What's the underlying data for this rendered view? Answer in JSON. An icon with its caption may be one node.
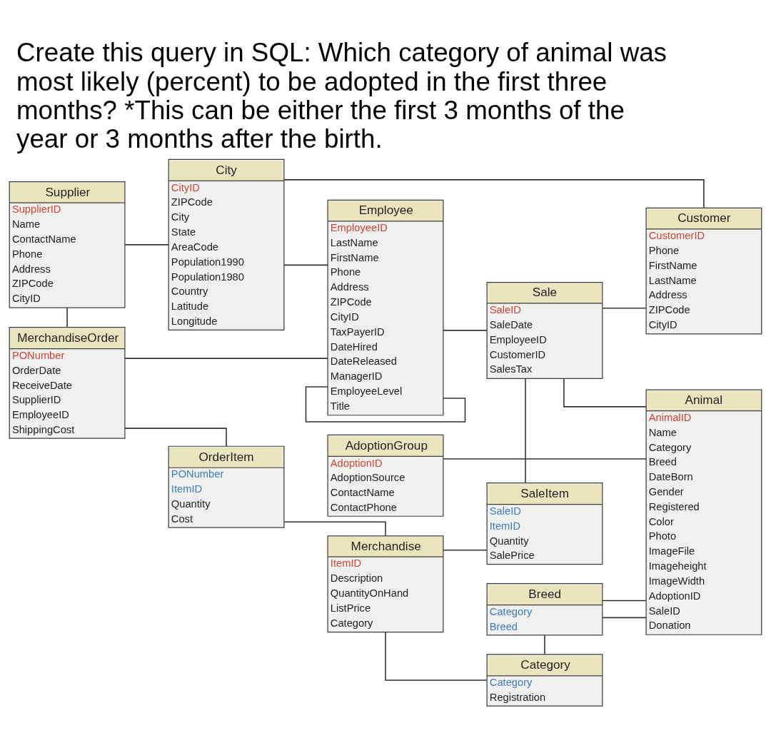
{
  "diagram": {
    "title": "Create this query in SQL: Which category of animal was most likely (percent) to be adopted in the first three months? *This can be either the first 3 months of the year or 3 months after the birth.",
    "nodes": [
      {
        "text": [
          "AdoptionGroup",
          "AdoptionID",
          "AdoptionSource",
          "ContactName",
          "ContactPhone"
        ]
      },
      {
        "text": [
          "Animal",
          "AnimalID",
          "Name",
          "Category",
          "Breed",
          "DateBorn",
          "Gender",
          "Registered",
          "Color",
          "Photo",
          "ImageFile",
          "Imageheight",
          "ImageWidth",
          "AdoptionID",
          "SaleID",
          "Donation"
        ]
      },
      {
        "text": [
          "Breed",
          "Category",
          "Breed"
        ]
      },
      {
        "text": [
          "Employee",
          "EmployeeID",
          "LastName",
          "FirstName",
          "Phone",
          "Address",
          "ZIPCode",
          "CityID",
          "TaxPayerID",
          "DateHired",
          "DateReleased",
          "ManagerID",
          "EmployeeLevel",
          "Title"
        ]
      },
      {
        "text": [
          "City",
          "CityID",
          "ZIPCode",
          "City",
          "State",
          "AreaCode",
          "Population1990",
          "Population1980",
          "Country",
          "Latitude",
          "Longitude"
        ]
      },
      {
        "text": [
          "Category",
          "Category",
          "Registration"
        ]
      },
      {
        "text": [
          "Supplier",
          "SupplierID",
          "Name",
          "ContactName",
          "Phone",
          "Address",
          "ZIPCode",
          "CityID"
        ]
      },
      {
        "text": [
          "Sale",
          "SaleID",
          "SaleDate",
          "EmployeeID",
          "CustomerID",
          "SalesTax"
        ]
      },
      {
        "text": [
          "Customer",
          "CustomerID",
          "Phone",
          "FirstName",
          "LastName",
          "Address",
          "ZIPCode",
          "CityID"
        ]
      },
      {
        "text": [
          "MerchandiseOrder",
          "PONumber",
          "OrderDate",
          "ReceiveDate",
          "SupplierID",
          "EmployeeID",
          "ShippingCost"
        ]
      },
      {
        "text": [
          "OrderItem",
          "PONumber",
          "ItemID",
          "Quantity",
          "Cost"
        ]
      },
      {
        "text": [
          "Merchandise",
          "ItemID",
          "Description",
          "QuantityOnHand",
          "ListPrice",
          "Category"
        ]
      },
      {
        "text": [
          "SaleItem",
          "SaleID",
          "ItemID",
          "Quantity",
          "SalePrice"
        ]
      }
    ],
    "edges": [
      {
        "from": 0,
        "to": 1,
        "arrow": "none"
      },
      {
        "from": 2,
        "to": 1,
        "arrow": "none"
      },
      {
        "from": 2,
        "to": 1,
        "arrow": "none"
      },
      {
        "from": 2,
        "to": 5,
        "arrow": "none"
      },
      {
        "from": 3,
        "to": 3,
        "arrow": "none"
      },
      {
        "from": 4,
        "to": 3,
        "arrow": "none"
      },
      {
        "from": 6,
        "to": 4,
        "arrow": "none"
      },
      {
        "from": 4,
        "to": 8,
        "arrow": "none"
      },
      {
        "from": 3,
        "to": 7,
        "arrow": "none"
      },
      {
        "from": 7,
        "to": 1,
        "arrow": "none"
      },
      {
        "from": 7,
        "to": 8,
        "arrow": "none"
      },
      {
        "from": 7,
        "to": 12,
        "arrow": "none"
      },
      {
        "from": 6,
        "to": 9,
        "arrow": "none"
      },
      {
        "from": 9,
        "to": 3,
        "arrow": "none"
      },
      {
        "from": 9,
        "to": 10,
        "arrow": "none"
      },
      {
        "from": 10,
        "to": 11,
        "arrow": "none"
      },
      {
        "from": 11,
        "to": 12,
        "arrow": "none"
      },
      {
        "from": 11,
        "to": 5,
        "arrow": "none"
      }
    ]
  }
}
